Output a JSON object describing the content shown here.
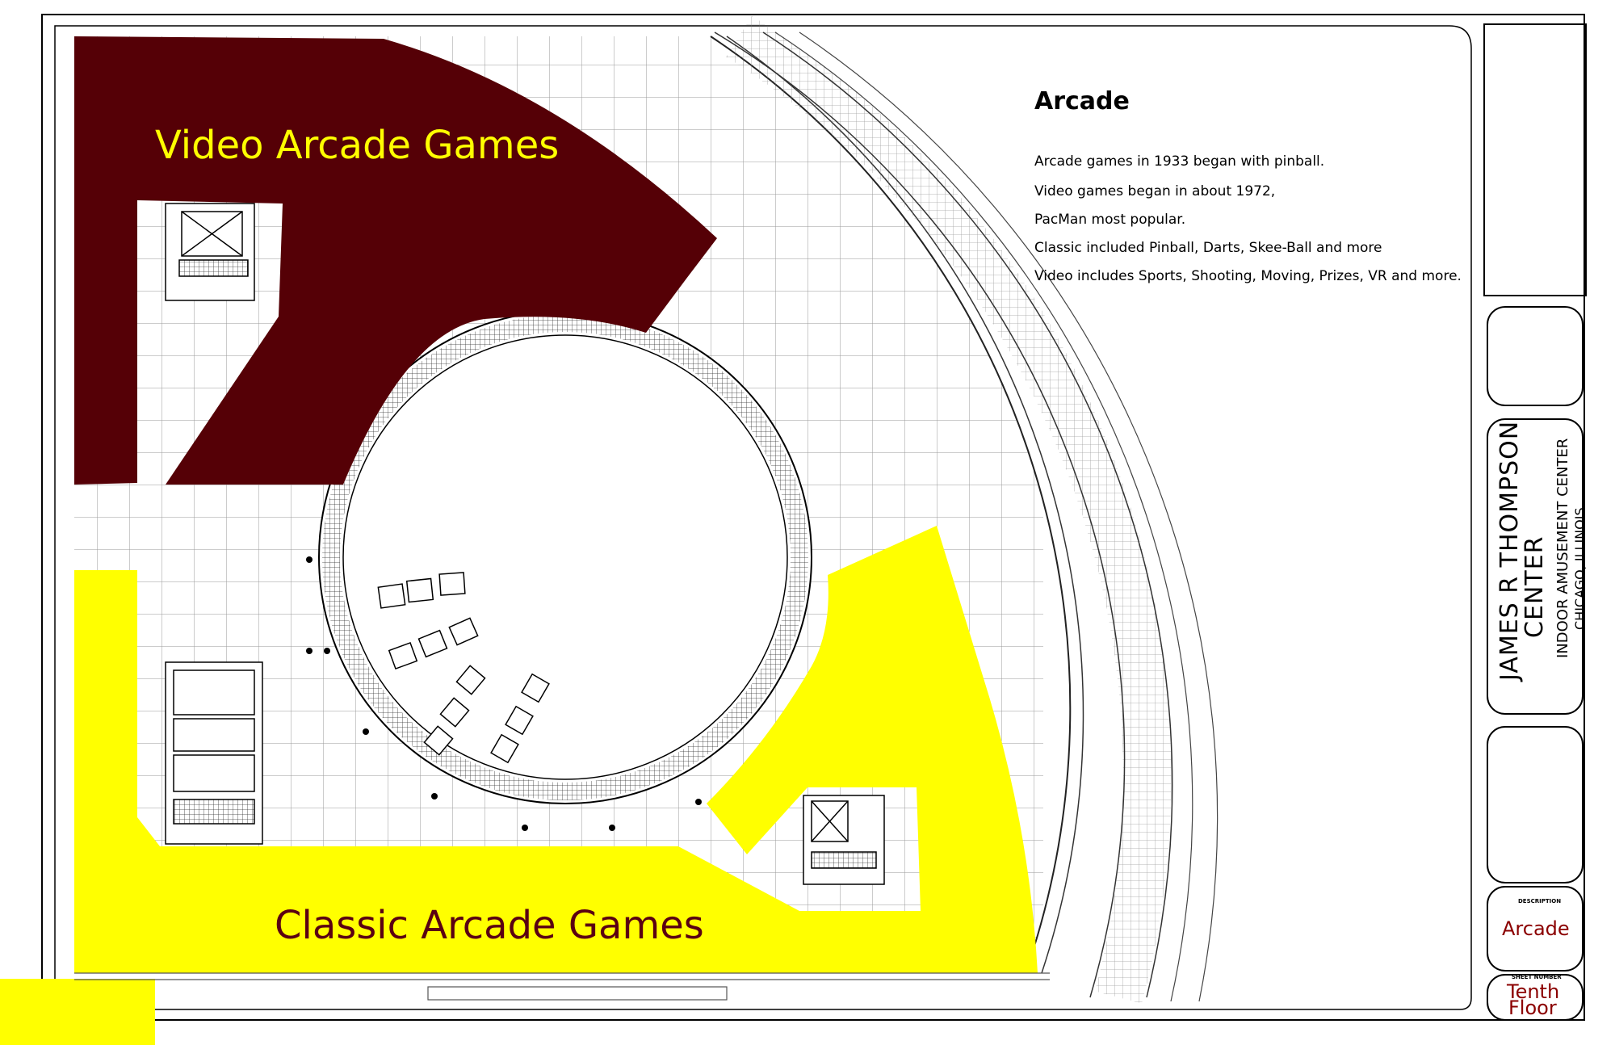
{
  "info": {
    "title": "Arcade",
    "lines": [
      "Arcade games in 1933 began with pinball.",
      "Video games began in about 1972,",
      "PacMan most popular.",
      "Classic included Pinball, Darts, Skee-Ball and more",
      "Video includes Sports, Shooting, Moving, Prizes, VR and more."
    ]
  },
  "zones": {
    "video": {
      "label": "Video Arcade Games",
      "fill": "#550006",
      "text_color": "#ffff00"
    },
    "classic": {
      "label": "Classic Arcade Games",
      "fill": "#ffff00",
      "text_color": "#5a0012"
    }
  },
  "title_block": {
    "project_line1": "JAMES R THOMPSON",
    "project_line2": "CENTER",
    "project_sub": "INDOOR AMUSEMENT CENTER",
    "project_city": "CHICAGO, ILLINOIS",
    "description_caption": "DESCRIPTION",
    "description_value": "Arcade",
    "sheet_caption": "SHEET NUMBER",
    "sheet_value_line1": "Tenth",
    "sheet_value_line2": "Floor",
    "accent_color": "#8b0000"
  }
}
